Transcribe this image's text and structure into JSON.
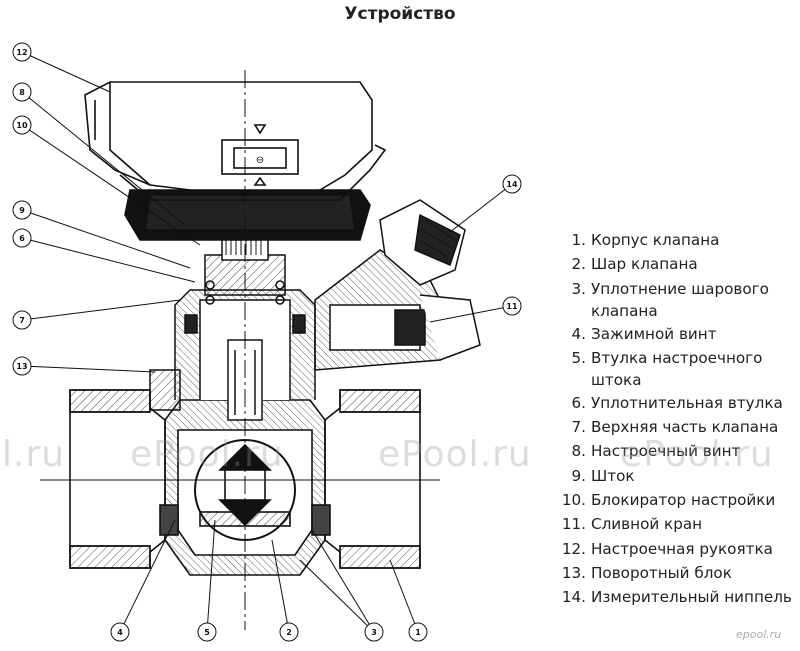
{
  "title": "Устройство",
  "legend": [
    {
      "num": "1.",
      "text": "Корпус клапана"
    },
    {
      "num": "2.",
      "text": "Шар клапана"
    },
    {
      "num": "3.",
      "text": "Уплотнение шарового клапана"
    },
    {
      "num": "4.",
      "text": "Зажимной винт"
    },
    {
      "num": "5.",
      "text": "Втулка настроечного штока"
    },
    {
      "num": "6.",
      "text": "Уплотнительная втулка"
    },
    {
      "num": "7.",
      "text": "Верхняя часть клапана"
    },
    {
      "num": "8.",
      "text": "Настроечный винт"
    },
    {
      "num": "9.",
      "text": "Шток"
    },
    {
      "num": "10.",
      "text": "Блокиратор настройки"
    },
    {
      "num": "11.",
      "text": "Сливной кран"
    },
    {
      "num": "12.",
      "text": "Настроечная рукоятка"
    },
    {
      "num": "13.",
      "text": "Поворотный блок"
    },
    {
      "num": "14.",
      "text": "Измерительный ниппель"
    }
  ],
  "callouts": [
    "12",
    "8",
    "10",
    "9",
    "6",
    "7",
    "13",
    "14",
    "11",
    "4",
    "5",
    "2",
    "3",
    "1"
  ],
  "watermarks": [
    "l.ru",
    "ePool.ru",
    "ePool.ru",
    "ePool.ru"
  ],
  "badge": "epool.ru"
}
